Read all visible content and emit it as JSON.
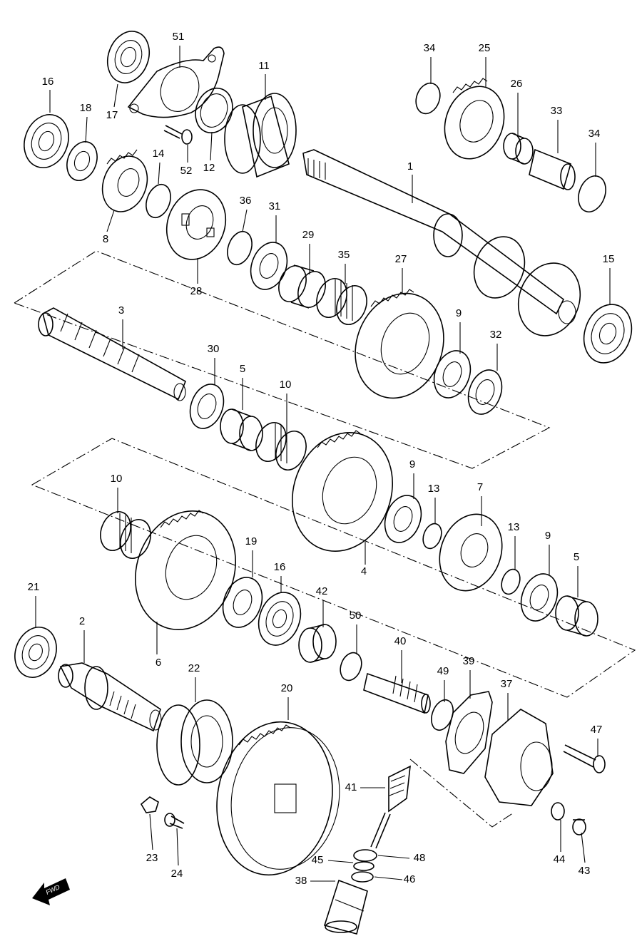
{
  "diagram": {
    "fwd_label": "FWD",
    "parts": [
      {
        "id": "p1",
        "num": "1"
      },
      {
        "id": "p2",
        "num": "2"
      },
      {
        "id": "p3",
        "num": "3"
      },
      {
        "id": "p4",
        "num": "4"
      },
      {
        "id": "p5a",
        "num": "5"
      },
      {
        "id": "p5b",
        "num": "5"
      },
      {
        "id": "p6",
        "num": "6"
      },
      {
        "id": "p7",
        "num": "7"
      },
      {
        "id": "p8",
        "num": "8"
      },
      {
        "id": "p9a",
        "num": "9"
      },
      {
        "id": "p9b",
        "num": "9"
      },
      {
        "id": "p9c",
        "num": "9"
      },
      {
        "id": "p10a",
        "num": "10"
      },
      {
        "id": "p10b",
        "num": "10"
      },
      {
        "id": "p11",
        "num": "11"
      },
      {
        "id": "p12",
        "num": "12"
      },
      {
        "id": "p13a",
        "num": "13"
      },
      {
        "id": "p13b",
        "num": "13"
      },
      {
        "id": "p14",
        "num": "14"
      },
      {
        "id": "p15",
        "num": "15"
      },
      {
        "id": "p16a",
        "num": "16"
      },
      {
        "id": "p16b",
        "num": "16"
      },
      {
        "id": "p17",
        "num": "17"
      },
      {
        "id": "p18",
        "num": "18"
      },
      {
        "id": "p19",
        "num": "19"
      },
      {
        "id": "p20",
        "num": "20"
      },
      {
        "id": "p21",
        "num": "21"
      },
      {
        "id": "p22",
        "num": "22"
      },
      {
        "id": "p23",
        "num": "23"
      },
      {
        "id": "p24",
        "num": "24"
      },
      {
        "id": "p25",
        "num": "25"
      },
      {
        "id": "p26",
        "num": "26"
      },
      {
        "id": "p27",
        "num": "27"
      },
      {
        "id": "p28",
        "num": "28"
      },
      {
        "id": "p29",
        "num": "29"
      },
      {
        "id": "p30",
        "num": "30"
      },
      {
        "id": "p31",
        "num": "31"
      },
      {
        "id": "p32",
        "num": "32"
      },
      {
        "id": "p33",
        "num": "33"
      },
      {
        "id": "p34a",
        "num": "34"
      },
      {
        "id": "p34b",
        "num": "34"
      },
      {
        "id": "p35",
        "num": "35"
      },
      {
        "id": "p36",
        "num": "36"
      },
      {
        "id": "p37",
        "num": "37"
      },
      {
        "id": "p38",
        "num": "38"
      },
      {
        "id": "p39",
        "num": "39"
      },
      {
        "id": "p40",
        "num": "40"
      },
      {
        "id": "p41",
        "num": "41"
      },
      {
        "id": "p42",
        "num": "42"
      },
      {
        "id": "p43",
        "num": "43"
      },
      {
        "id": "p44",
        "num": "44"
      },
      {
        "id": "p45",
        "num": "45"
      },
      {
        "id": "p46",
        "num": "46"
      },
      {
        "id": "p47",
        "num": "47"
      },
      {
        "id": "p48",
        "num": "48"
      },
      {
        "id": "p49",
        "num": "49"
      },
      {
        "id": "p50",
        "num": "50"
      },
      {
        "id": "p51",
        "num": "51"
      },
      {
        "id": "p52",
        "num": "52"
      }
    ]
  }
}
